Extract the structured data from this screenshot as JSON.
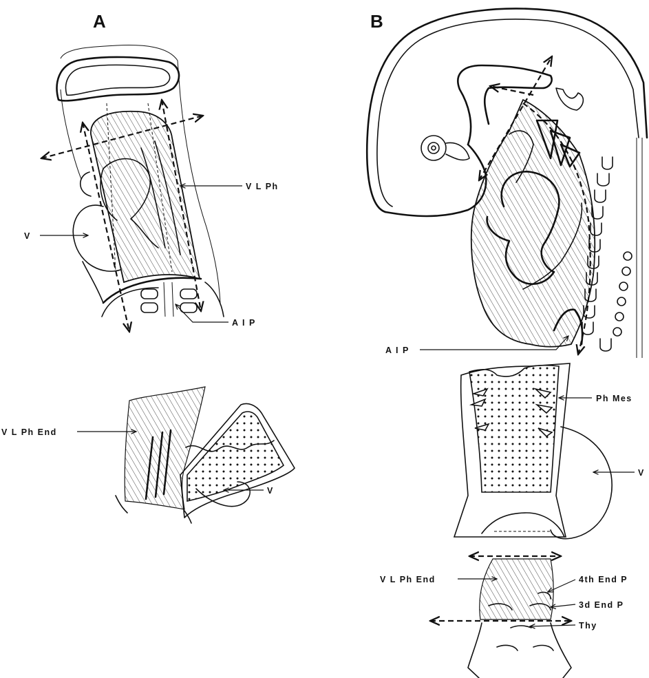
{
  "panels": {
    "a": {
      "letter": "A"
    },
    "b": {
      "letter": "B"
    }
  },
  "labels": {
    "a_vlph": "V L Ph",
    "a_v": "V",
    "a_aip": "A I P",
    "a_vlphend": "V L Ph End",
    "a_v2": "V",
    "b_aip": "A I P",
    "b_phmes": "Ph Mes",
    "b_v": "V",
    "b_vlphend": "V L Ph End",
    "b_4thendp": "4th End P",
    "b_3dendp": "3d End P",
    "b_thy": "Thy"
  }
}
